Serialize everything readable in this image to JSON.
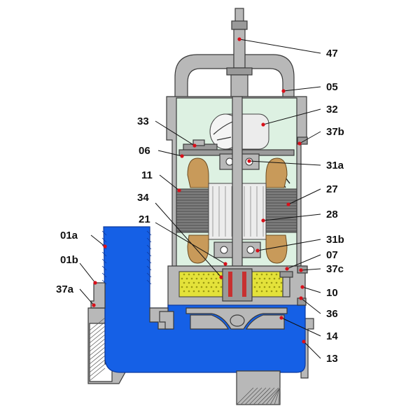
{
  "diagram": {
    "labels": [
      {
        "id": "47",
        "text": "47"
      },
      {
        "id": "05",
        "text": "05"
      },
      {
        "id": "32",
        "text": "32"
      },
      {
        "id": "33",
        "text": "33"
      },
      {
        "id": "37b",
        "text": "37b"
      },
      {
        "id": "06",
        "text": "06"
      },
      {
        "id": "31a",
        "text": "31a"
      },
      {
        "id": "11",
        "text": "11"
      },
      {
        "id": "27",
        "text": "27"
      },
      {
        "id": "34",
        "text": "34"
      },
      {
        "id": "28",
        "text": "28"
      },
      {
        "id": "21",
        "text": "21"
      },
      {
        "id": "31b",
        "text": "31b"
      },
      {
        "id": "01a",
        "text": "01a"
      },
      {
        "id": "07",
        "text": "07"
      },
      {
        "id": "01b",
        "text": "01b"
      },
      {
        "id": "37c",
        "text": "37c"
      },
      {
        "id": "37a",
        "text": "37a"
      },
      {
        "id": "10",
        "text": "10"
      },
      {
        "id": "36",
        "text": "36"
      },
      {
        "id": "14",
        "text": "14"
      },
      {
        "id": "13",
        "text": "13"
      }
    ],
    "colors": {
      "water": "#1560e6",
      "oil_chamber": "#e4e23a",
      "motor_chamber": "#ddf1e2",
      "housing": "#b8b8b8",
      "winding": "#c89a5a",
      "marker": "#d8101a"
    }
  }
}
